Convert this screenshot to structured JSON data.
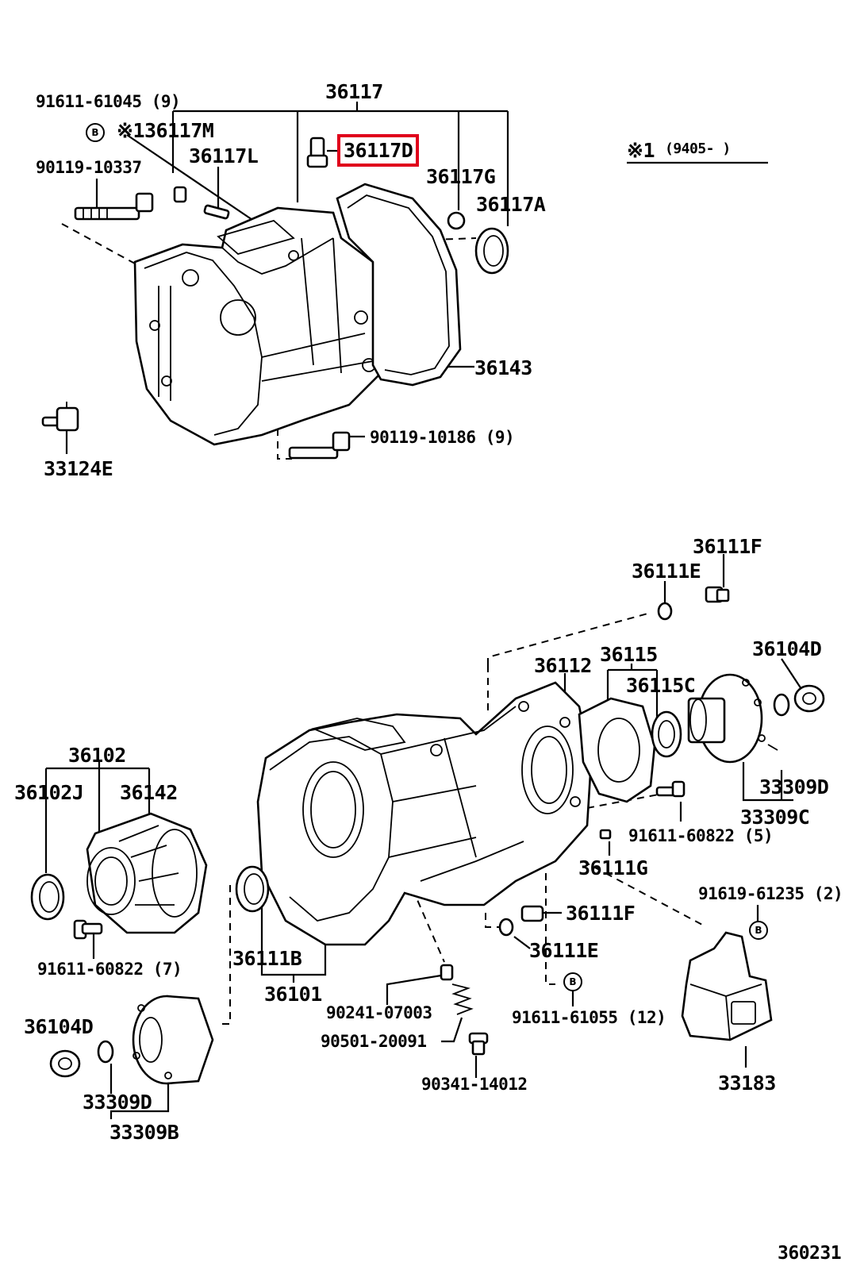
{
  "diagram_id": "360231",
  "note": {
    "mark": "※1",
    "range": "(9405-        )"
  },
  "upper": {
    "labels": {
      "p36117": "36117",
      "p91611_61045": "91611-61045 (9)",
      "p36117M": "※136117M",
      "p36117L": "36117L",
      "p36117D": "36117D",
      "p90119_10337": "90119-10337",
      "p36117G": "36117G",
      "p36117A": "36117A",
      "p36143": "36143",
      "p90119_10186": "90119-10186 (9)",
      "p33124E": "33124E"
    }
  },
  "lower": {
    "labels": {
      "p36111F_top": "36111F",
      "p36111E_top": "36111E",
      "p36104D_right": "36104D",
      "p36112": "36112",
      "p36115": "36115",
      "p36115C": "36115C",
      "p33309D_right": "33309D",
      "p33309C": "33309C",
      "p91611_60822_5": "91611-60822 (5)",
      "p36111G": "36111G",
      "p91619_61235": "91619-61235 (2)",
      "p36111F_mid": "36111F",
      "p36111E_mid": "36111E",
      "p91611_61055": "91611-61055 (12)",
      "p33183": "33183",
      "p36102": "36102",
      "p36102J": "36102J",
      "p36142": "36142",
      "p91611_60822_7": "91611-60822 (7)",
      "p36111B": "36111B",
      "p36101": "36101",
      "p90241_07003": "90241-07003",
      "p90501_20091": "90501-20091",
      "p90341_14012": "90341-14012",
      "p36104D_left": "36104D",
      "p33309D_left": "33309D",
      "p33309B": "33309B"
    }
  },
  "bolt_marker": "B",
  "highlight_color": "#e0001b"
}
